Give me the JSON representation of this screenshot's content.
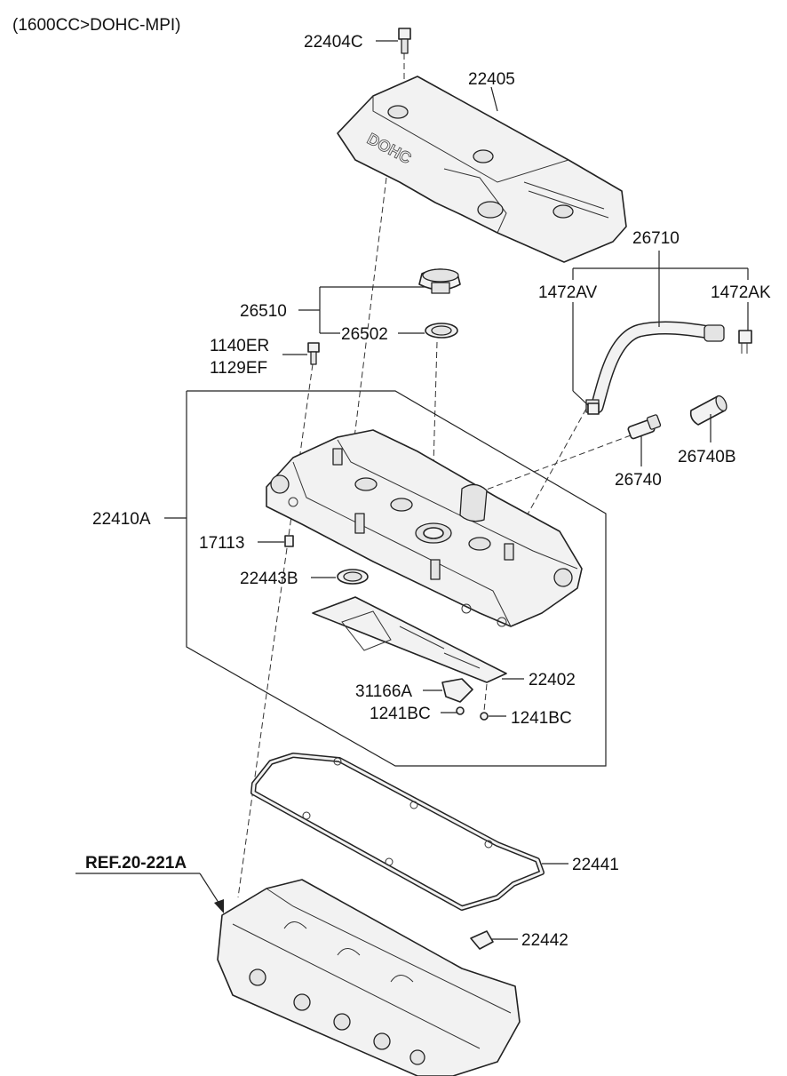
{
  "header": {
    "title": "(1600CC>DOHC-MPI)"
  },
  "reference": {
    "label": "REF.20-221A"
  },
  "cover_emboss": "DOHC",
  "labels": {
    "p22404C": "22404C",
    "p22405": "22405",
    "p26710": "26710",
    "p26510": "26510",
    "p1472AV": "1472AV",
    "p1472AK": "1472AK",
    "p26502": "26502",
    "p1140ER": "1140ER",
    "p1129EF": "1129EF",
    "p26740B": "26740B",
    "p26740": "26740",
    "p22410A": "22410A",
    "p17113": "17113",
    "p22443B": "22443B",
    "p22402": "22402",
    "p31166A": "31166A",
    "p1241BC_a": "1241BC",
    "p1241BC_b": "1241BC",
    "p22441": "22441",
    "p22442": "22442"
  }
}
